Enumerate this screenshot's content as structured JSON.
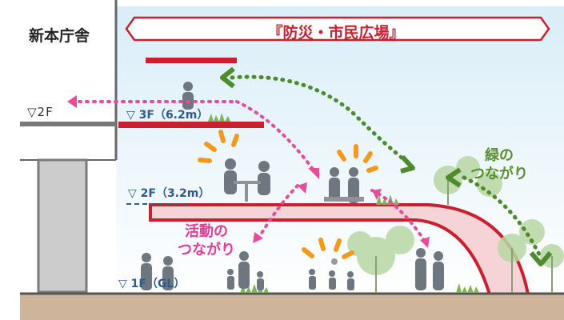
{
  "building": {
    "name": "新本庁舎"
  },
  "plaza": {
    "title": "『防災・市民広場』"
  },
  "floors": {
    "building_2f": "▽2F",
    "f3": "▽ 3F（6.2m）",
    "f2": "▽ 2F（3.2m）",
    "f1": "▽ 1F（GL）"
  },
  "connections": {
    "green": {
      "line1": "緑の",
      "line2": "つながり"
    },
    "activity": {
      "line1": "活動の",
      "line2": "つながり"
    }
  },
  "colors": {
    "sky_top": "#d9edf8",
    "sky_bottom": "#ffffff",
    "plaza_red": "#c8202f",
    "slab_pink": "#f6d3d6",
    "ground": "#cdb49a",
    "slab_gray": "#777777",
    "green_dot": "#4f8a2c",
    "pink_dot": "#e74c9b",
    "label_blue": "#2e5b8c",
    "figure_gray": "#6e7780",
    "burst_orange": "#f39a1e"
  },
  "icons": [
    "person-icon",
    "tree-icon",
    "activity-burst-icon",
    "arrow-icon"
  ]
}
